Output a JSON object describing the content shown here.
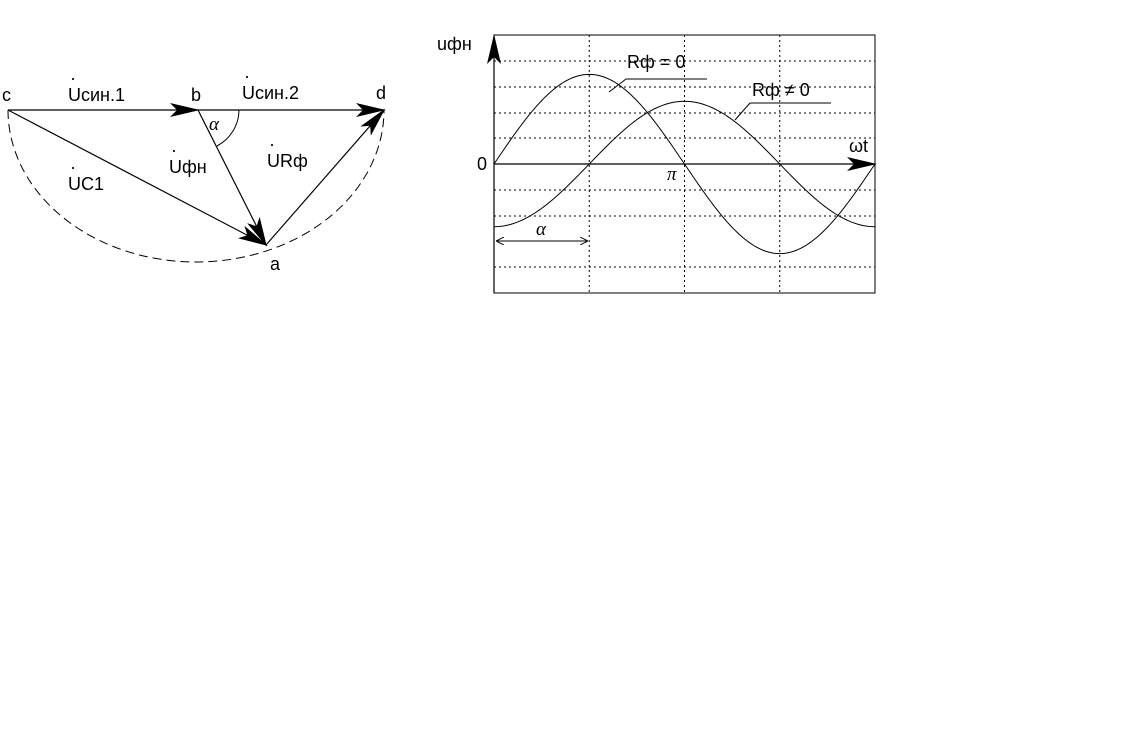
{
  "phasor_diagram": {
    "points": {
      "c": "c",
      "b": "b",
      "d": "d",
      "a": "a"
    },
    "vectors": {
      "u_sin1_dot": "·",
      "u_sin1": "Uсин.1",
      "u_sin2_dot": "·",
      "u_sin2": "Uсин.2",
      "u_fn_dot": "·",
      "u_fn": "Uфн",
      "u_rf_dot": "·",
      "u_rf": "URф",
      "u_c1_dot": "·",
      "u_c1": "UC1"
    },
    "angle_label": "α"
  },
  "waveform": {
    "y_axis_label": "uфн",
    "x_axis_label": "ωt",
    "origin_label": "0",
    "pi_label": "π",
    "alpha_label": "α",
    "curve_labels": {
      "r0": "Rф = 0",
      "rnot0": "Rф ≠ 0"
    }
  },
  "chart_data": {
    "type": "line",
    "x_unit": "rad",
    "xlim": [
      0,
      6.2832
    ],
    "ylim": [
      -1.45,
      1.45
    ],
    "grid": true,
    "series": [
      {
        "name": "Rф = 0",
        "amplitude": 1.0,
        "phase_shift": 0
      },
      {
        "name": "Rф ≠ 0",
        "amplitude": 0.7,
        "phase_shift": 1.5708
      }
    ],
    "annotations": [
      "0",
      "π",
      "α"
    ]
  },
  "colors": {
    "line": "#000000",
    "grid": "#000000",
    "background": "#ffffff"
  }
}
